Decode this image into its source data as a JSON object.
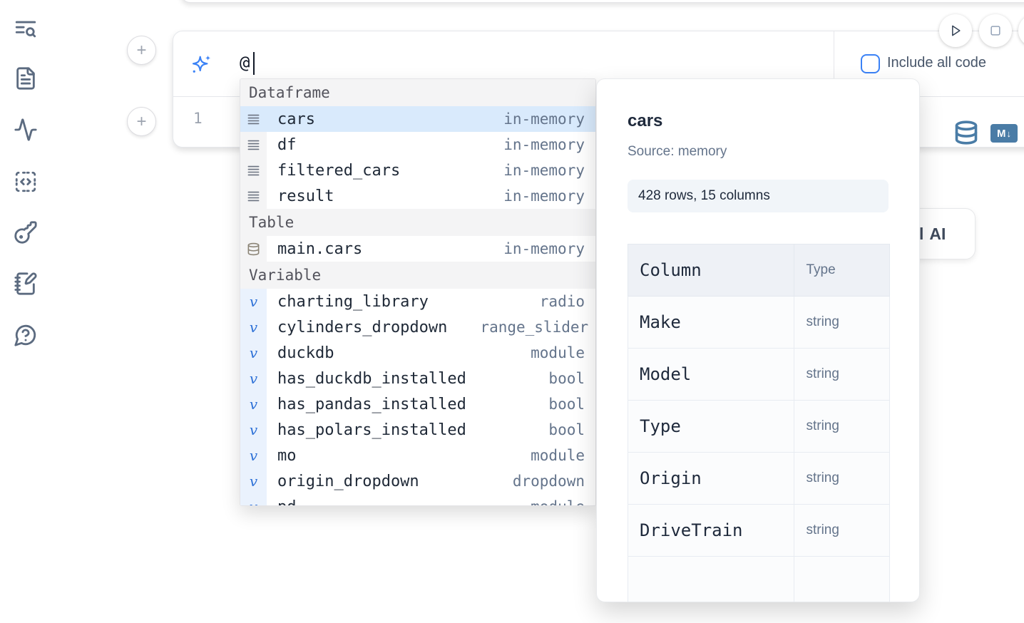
{
  "colors": {
    "accent": "#3b82f6",
    "icon_steel_blue": "#4a7ca6",
    "selected_row_bg": "#d9eafc"
  },
  "sidebar": {
    "items": [
      {
        "icon": "text-search-icon"
      },
      {
        "icon": "document-icon"
      },
      {
        "icon": "activity-icon"
      },
      {
        "icon": "snippets-code-icon"
      },
      {
        "icon": "key-icon"
      },
      {
        "icon": "notebook-pen-icon"
      },
      {
        "icon": "help-chat-icon"
      }
    ]
  },
  "toolbar": {
    "run_button": "run",
    "stop_button": "stop",
    "include_all_code_label": "Include all code",
    "include_all_code_checked": false
  },
  "cell": {
    "prompt_text": "@",
    "line_number": "1",
    "icons": [
      "database-icon",
      "markdown-icon"
    ],
    "markdown_badge": "M",
    "markdown_badge_arrow": "↓"
  },
  "ai_button": {
    "fragment": "l",
    "label": "AI"
  },
  "autocomplete": {
    "sections": [
      {
        "label": "Dataframe",
        "icon": "rows-icon",
        "items": [
          {
            "name": "cars",
            "type": "in-memory",
            "selected": true
          },
          {
            "name": "df",
            "type": "in-memory",
            "selected": false
          },
          {
            "name": "filtered_cars",
            "type": "in-memory",
            "selected": false
          },
          {
            "name": "result",
            "type": "in-memory",
            "selected": false
          }
        ]
      },
      {
        "label": "Table",
        "icon": "database-icon",
        "items": [
          {
            "name": "main.cars",
            "type": "in-memory",
            "selected": false
          }
        ]
      },
      {
        "label": "Variable",
        "icon": "variable-icon",
        "items": [
          {
            "name": "charting_library",
            "type": "radio",
            "selected": false
          },
          {
            "name": "cylinders_dropdown",
            "type": "range_slider",
            "selected": false
          },
          {
            "name": "duckdb",
            "type": "module",
            "selected": false
          },
          {
            "name": "has_duckdb_installed",
            "type": "bool",
            "selected": false
          },
          {
            "name": "has_pandas_installed",
            "type": "bool",
            "selected": false
          },
          {
            "name": "has_polars_installed",
            "type": "bool",
            "selected": false
          },
          {
            "name": "mo",
            "type": "module",
            "selected": false
          },
          {
            "name": "origin_dropdown",
            "type": "dropdown",
            "selected": false
          },
          {
            "name": "pd",
            "type": "module",
            "selected": false
          }
        ]
      }
    ]
  },
  "preview": {
    "title": "cars",
    "source": "Source: memory",
    "shape": "428 rows, 15 columns",
    "table": {
      "headers": [
        "Column",
        "Type"
      ],
      "rows": [
        {
          "column": "Make",
          "type": "string"
        },
        {
          "column": "Model",
          "type": "string"
        },
        {
          "column": "Type",
          "type": "string"
        },
        {
          "column": "Origin",
          "type": "string"
        },
        {
          "column": "DriveTrain",
          "type": "string"
        }
      ]
    }
  }
}
